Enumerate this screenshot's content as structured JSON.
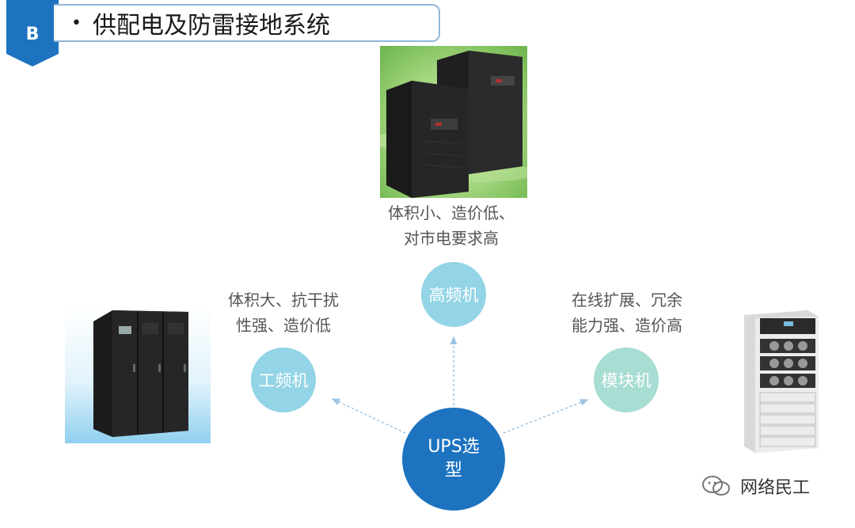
{
  "header": {
    "badge": "B",
    "bullet": "•",
    "title": "供配电及防雷接地系统"
  },
  "center": {
    "label_line1": "UPS选",
    "label_line2": "型"
  },
  "nodes": {
    "high_freq": {
      "label": "高频机",
      "caption_line1": "体积小、造价低、",
      "caption_line2": "对市电要求高"
    },
    "power_freq": {
      "label": "工频机",
      "caption_line1": "体积大、抗干扰",
      "caption_line2": "性强、造价低"
    },
    "modular": {
      "label": "模块机",
      "caption_line1": "在线扩展、冗余",
      "caption_line2": "能力强、造价高"
    }
  },
  "colors": {
    "accent_blue": "#1d73c0",
    "node_blue": "#93d4e6",
    "node_green": "#a7ddd3",
    "arrow": "#9cc3e3"
  },
  "watermark": {
    "text": "网络民工"
  }
}
